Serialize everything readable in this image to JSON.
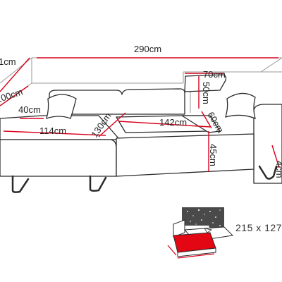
{
  "dimensions": {
    "total_width": "290cm",
    "depth_left": "1cm",
    "chaise_length": "100cm",
    "armrest_width": "40cm",
    "chaise_seat": "114cm",
    "chaise_depth": "130cm",
    "main_seat": "142cm",
    "back_depth": "70cm",
    "back_height": "50cm",
    "seat_depth": "60cm",
    "seat_height": "45cm",
    "leg_height": "4cm"
  },
  "bed": {
    "size_label": "215 x 127"
  },
  "colors": {
    "measure_line": "#d9001b",
    "guide_line": "#9a9a9a",
    "outline": "#2a2a2a",
    "bed_surface": "#e30613",
    "bed_dots": "#333333"
  }
}
